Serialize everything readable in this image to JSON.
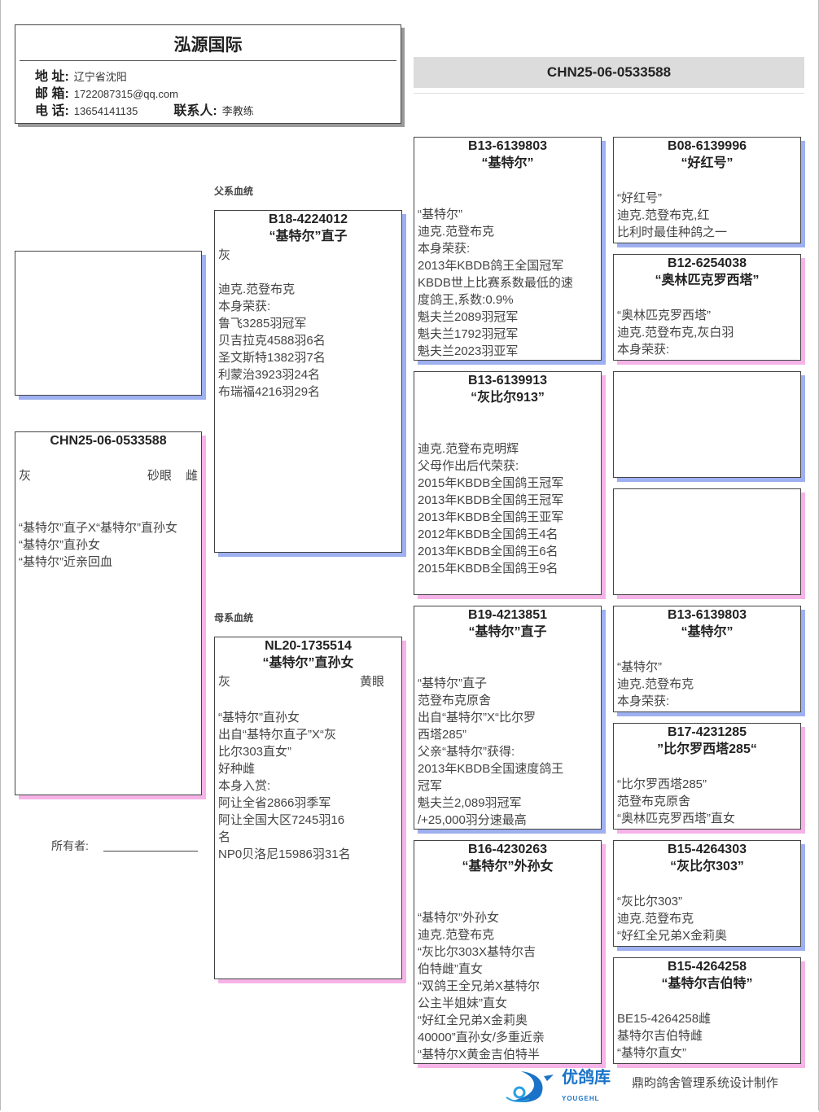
{
  "header": {
    "title": "泓源国际",
    "address_label": "地 址:",
    "address": "辽宁省沈阳",
    "email_label": "邮 箱:",
    "email": "1722087315@qq.com",
    "phone_label": "电 话:",
    "phone": "13654141135",
    "contact_label": "联系人:",
    "contact": "李教练"
  },
  "pedigree_id": "CHN25-06-0533588",
  "subject": {
    "ring": "CHN25-06-0533588",
    "color": "灰",
    "eye": "砂眼",
    "sex": "雌",
    "lines": [
      "“基特尔”直子X“基特尔”直孙女",
      "“基特尔”直孙女",
      "“基特尔”近亲回血"
    ]
  },
  "owner_label": "所有者:",
  "sire_section_label": "父系血统",
  "dam_section_label": "母系血统",
  "sire": {
    "ring": "B18-4224012",
    "name": "“基特尔”直子",
    "color": "灰",
    "lines": [
      "迪克.范登布克",
      "本身荣获:",
      "鲁飞3285羽冠军",
      "贝吉拉克4588羽6名",
      "圣文斯特1382羽7名",
      "利蒙治3923羽24名",
      "布瑞福4216羽29名"
    ]
  },
  "dam": {
    "ring": "NL20-1735514",
    "name": "“基特尔”直孙女",
    "color": "灰",
    "eye": "黄眼",
    "lines": [
      "“基特尔”直孙女",
      "出自“基特尔直子”X“灰",
      "比尔303直女”",
      "好种雌",
      "本身入赏:",
      "阿让全省2866羽季军",
      "阿让全国大区7245羽16",
      "名",
      "NP0贝洛尼15986羽31名"
    ]
  },
  "gen3": [
    {
      "ring": "B13-6139803",
      "name": "“基特尔”",
      "lines": [
        "“基特尔”",
        "迪克.范登布克",
        "本身荣获:",
        "2013年KBDB鸽王全国冠军",
        "KBDB世上比赛系数最低的速",
        "度鸽王,系数:0.9%",
        "魁夫兰2089羽冠军",
        "魁夫兰1792羽冠军",
        "魁夫兰2023羽亚军"
      ]
    },
    {
      "ring": "B13-6139913",
      "name": "“灰比尔913”",
      "lines": [
        "迪克.范登布克明辉",
        "父母作出后代荣获:",
        "2015年KBDB全国鸽王冠军",
        "2013年KBDB全国鸽王冠军",
        "2013年KBDB全国鸽王亚军",
        "2012年KBDB全国鸽王4名",
        "2013年KBDB全国鸽王6名",
        "2015年KBDB全国鸽王9名"
      ]
    },
    {
      "ring": "B19-4213851",
      "name": "“基特尔”直子",
      "lines": [
        "“基特尔”直子",
        "范登布克原舍",
        "出自“基特尔”X“比尔罗",
        "西塔285”",
        "父亲“基特尔”获得:",
        "2013年KBDB全国速度鸽王",
        "冠军",
        "魁夫兰2,089羽冠军",
        "/+25,000羽分速最高"
      ]
    },
    {
      "ring": "B16-4230263",
      "name": "“基特尔”外孙女",
      "lines": [
        "“基特尔”外孙女",
        "迪克.范登布克",
        "“灰比尔303X基特尔吉",
        "伯特雌”直女",
        "“双鸽王全兄弟X基特尔",
        "公主半姐妹”直女",
        "“好红全兄弟X金莉奥",
        "40000”直孙女/多重近亲",
        "“基特尔X黄金吉伯特半"
      ]
    }
  ],
  "gen4": [
    {
      "ring": "B08-6139996",
      "name": "“好红号”",
      "lines": [
        "“好红号”",
        "迪克.范登布克,红",
        "比利时最佳种鸽之一"
      ]
    },
    {
      "ring": "B12-6254038",
      "name": "“奥林匹克罗西塔”",
      "lines": [
        "“奥林匹克罗西塔”",
        "迪克.范登布克,灰白羽",
        "本身荣获:"
      ]
    },
    {
      "ring": "",
      "name": "",
      "lines": []
    },
    {
      "ring": "",
      "name": "",
      "lines": []
    },
    {
      "ring": "B13-6139803",
      "name": "“基特尔”",
      "lines": [
        "“基特尔”",
        "迪克.范登布克",
        "本身荣获:"
      ]
    },
    {
      "ring": "B17-4231285",
      "name": "”比尔罗西塔285“",
      "lines": [
        "“比尔罗西塔285”",
        "范登布克原舍",
        "“奥林匹克罗西塔”直女"
      ]
    },
    {
      "ring": "B15-4264303",
      "name": "“灰比尔303”",
      "lines": [
        "“灰比尔303”",
        "迪克.范登布克",
        "“好红全兄弟X金莉奥"
      ]
    },
    {
      "ring": "B15-4264258",
      "name": "“基特尔吉伯特”",
      "lines": [
        "BE15-4264258雌",
        "基特尔吉伯特雌",
        "“基特尔直女”"
      ]
    }
  ],
  "footer": {
    "brand": "优鸽库",
    "brand_sub": "YOUGEHL",
    "credit": "鼎昀鸽舍管理系统设计制作"
  },
  "colors": {
    "male_shadow": "#9fb0f0",
    "female_shadow": "#f6b3e8",
    "brand": "#1a73c8"
  }
}
